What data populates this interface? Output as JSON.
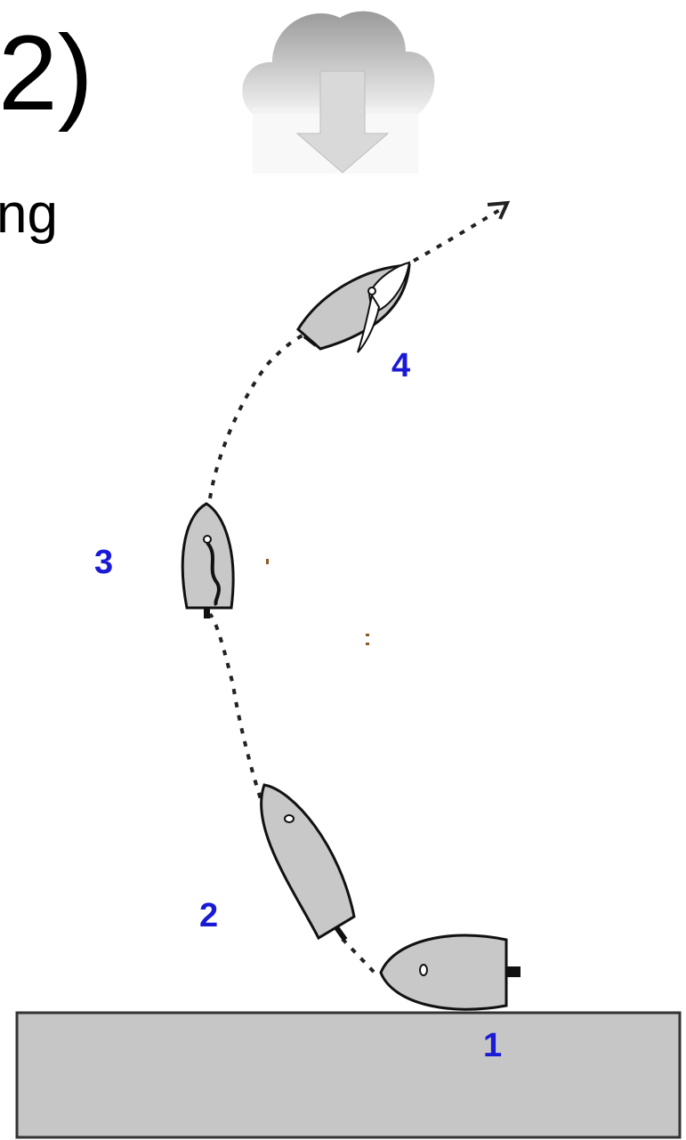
{
  "title_fragment": "2)",
  "subtitle_fragment": "ng",
  "positions": [
    {
      "label": "1"
    },
    {
      "label": "2"
    },
    {
      "label": "3"
    },
    {
      "label": "4"
    }
  ],
  "colors": {
    "label": "#1a1ad6",
    "boat_fill": "#c8c8c8",
    "dock_fill": "#c6c6c6",
    "path": "#222222",
    "wind_arrow": "#d9d9d9",
    "cloud_top": "#9a9a9a"
  },
  "icons": {
    "wind": "cloud-wind-arrow-icon",
    "path": "dotted-path-arrow"
  }
}
